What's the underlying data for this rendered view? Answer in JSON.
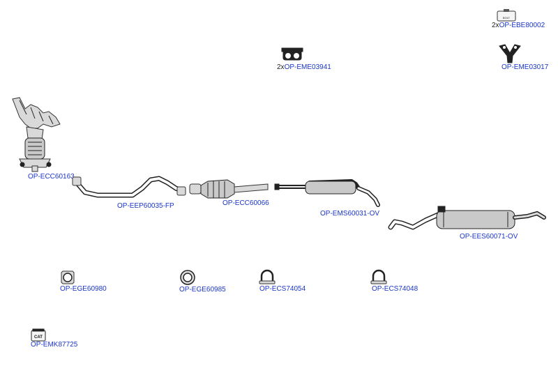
{
  "parts": [
    {
      "code": "OP-EBE80002",
      "qty": "2x",
      "icon": "bolt-icon"
    },
    {
      "code": "OP-EME03941",
      "qty": "2x",
      "icon": "rubber-hanger-icon"
    },
    {
      "code": "OP-EME03017",
      "qty": "",
      "icon": "y-hanger-icon"
    },
    {
      "code": "OP-ECC60163",
      "qty": "",
      "icon": "manifold-catalyst-icon"
    },
    {
      "code": "OP-EEP60035-FP",
      "qty": "",
      "icon": "front-pipe-icon"
    },
    {
      "code": "OP-ECC60066",
      "qty": "",
      "icon": "catalytic-converter-icon"
    },
    {
      "code": "OP-EMS60031-OV",
      "qty": "",
      "icon": "middle-silencer-icon"
    },
    {
      "code": "OP-EES60071-OV",
      "qty": "",
      "icon": "rear-silencer-icon"
    },
    {
      "code": "OP-EGE60980",
      "qty": "",
      "icon": "square-gasket-icon"
    },
    {
      "code": "OP-EGE60985",
      "qty": "",
      "icon": "ring-gasket-icon"
    },
    {
      "code": "OP-ECS74054",
      "qty": "",
      "icon": "clamp-icon"
    },
    {
      "code": "OP-ECS74048",
      "qty": "",
      "icon": "clamp-icon"
    },
    {
      "code": "OP-EMK87725",
      "qty": "",
      "icon": "cat-mounting-kit-icon"
    }
  ],
  "icon_text": {
    "bolt": "BOLT",
    "cat": "CAT"
  }
}
